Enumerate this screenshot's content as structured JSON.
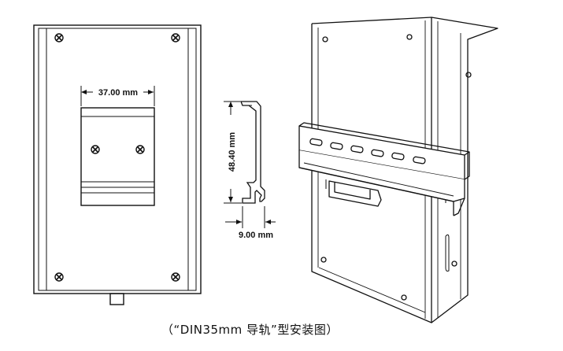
{
  "dimensions": {
    "clip_width": "37.00 mm",
    "rail_height": "48.40 mm",
    "rail_depth": "9.00 mm"
  },
  "caption": "（“DIN35mm 导轨”型安装图）",
  "colors": {
    "line": "#111111",
    "background": "#ffffff",
    "shade": "#dcdcdc"
  }
}
